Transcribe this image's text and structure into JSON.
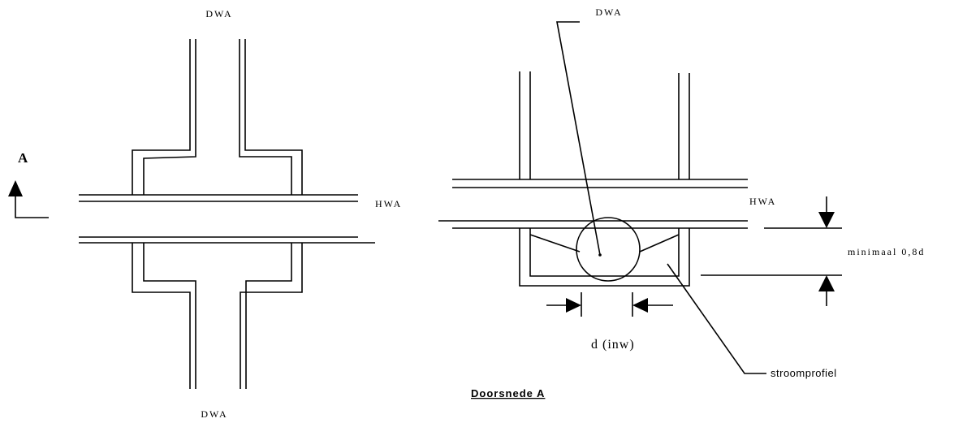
{
  "labels": {
    "dwa_top_left": "DWA",
    "dwa_bottom_left": "DWA",
    "dwa_top_right": "DWA",
    "hwa_left": "HWA",
    "hwa_right": "HWA",
    "section_marker": "A",
    "minimum": "minimaal 0,8d",
    "diameter": "d (inw)",
    "flow_profile": "stroomprofiel",
    "section_title": "Doorsnede A"
  },
  "style": {
    "line_color": "#000000",
    "background": "#ffffff"
  }
}
